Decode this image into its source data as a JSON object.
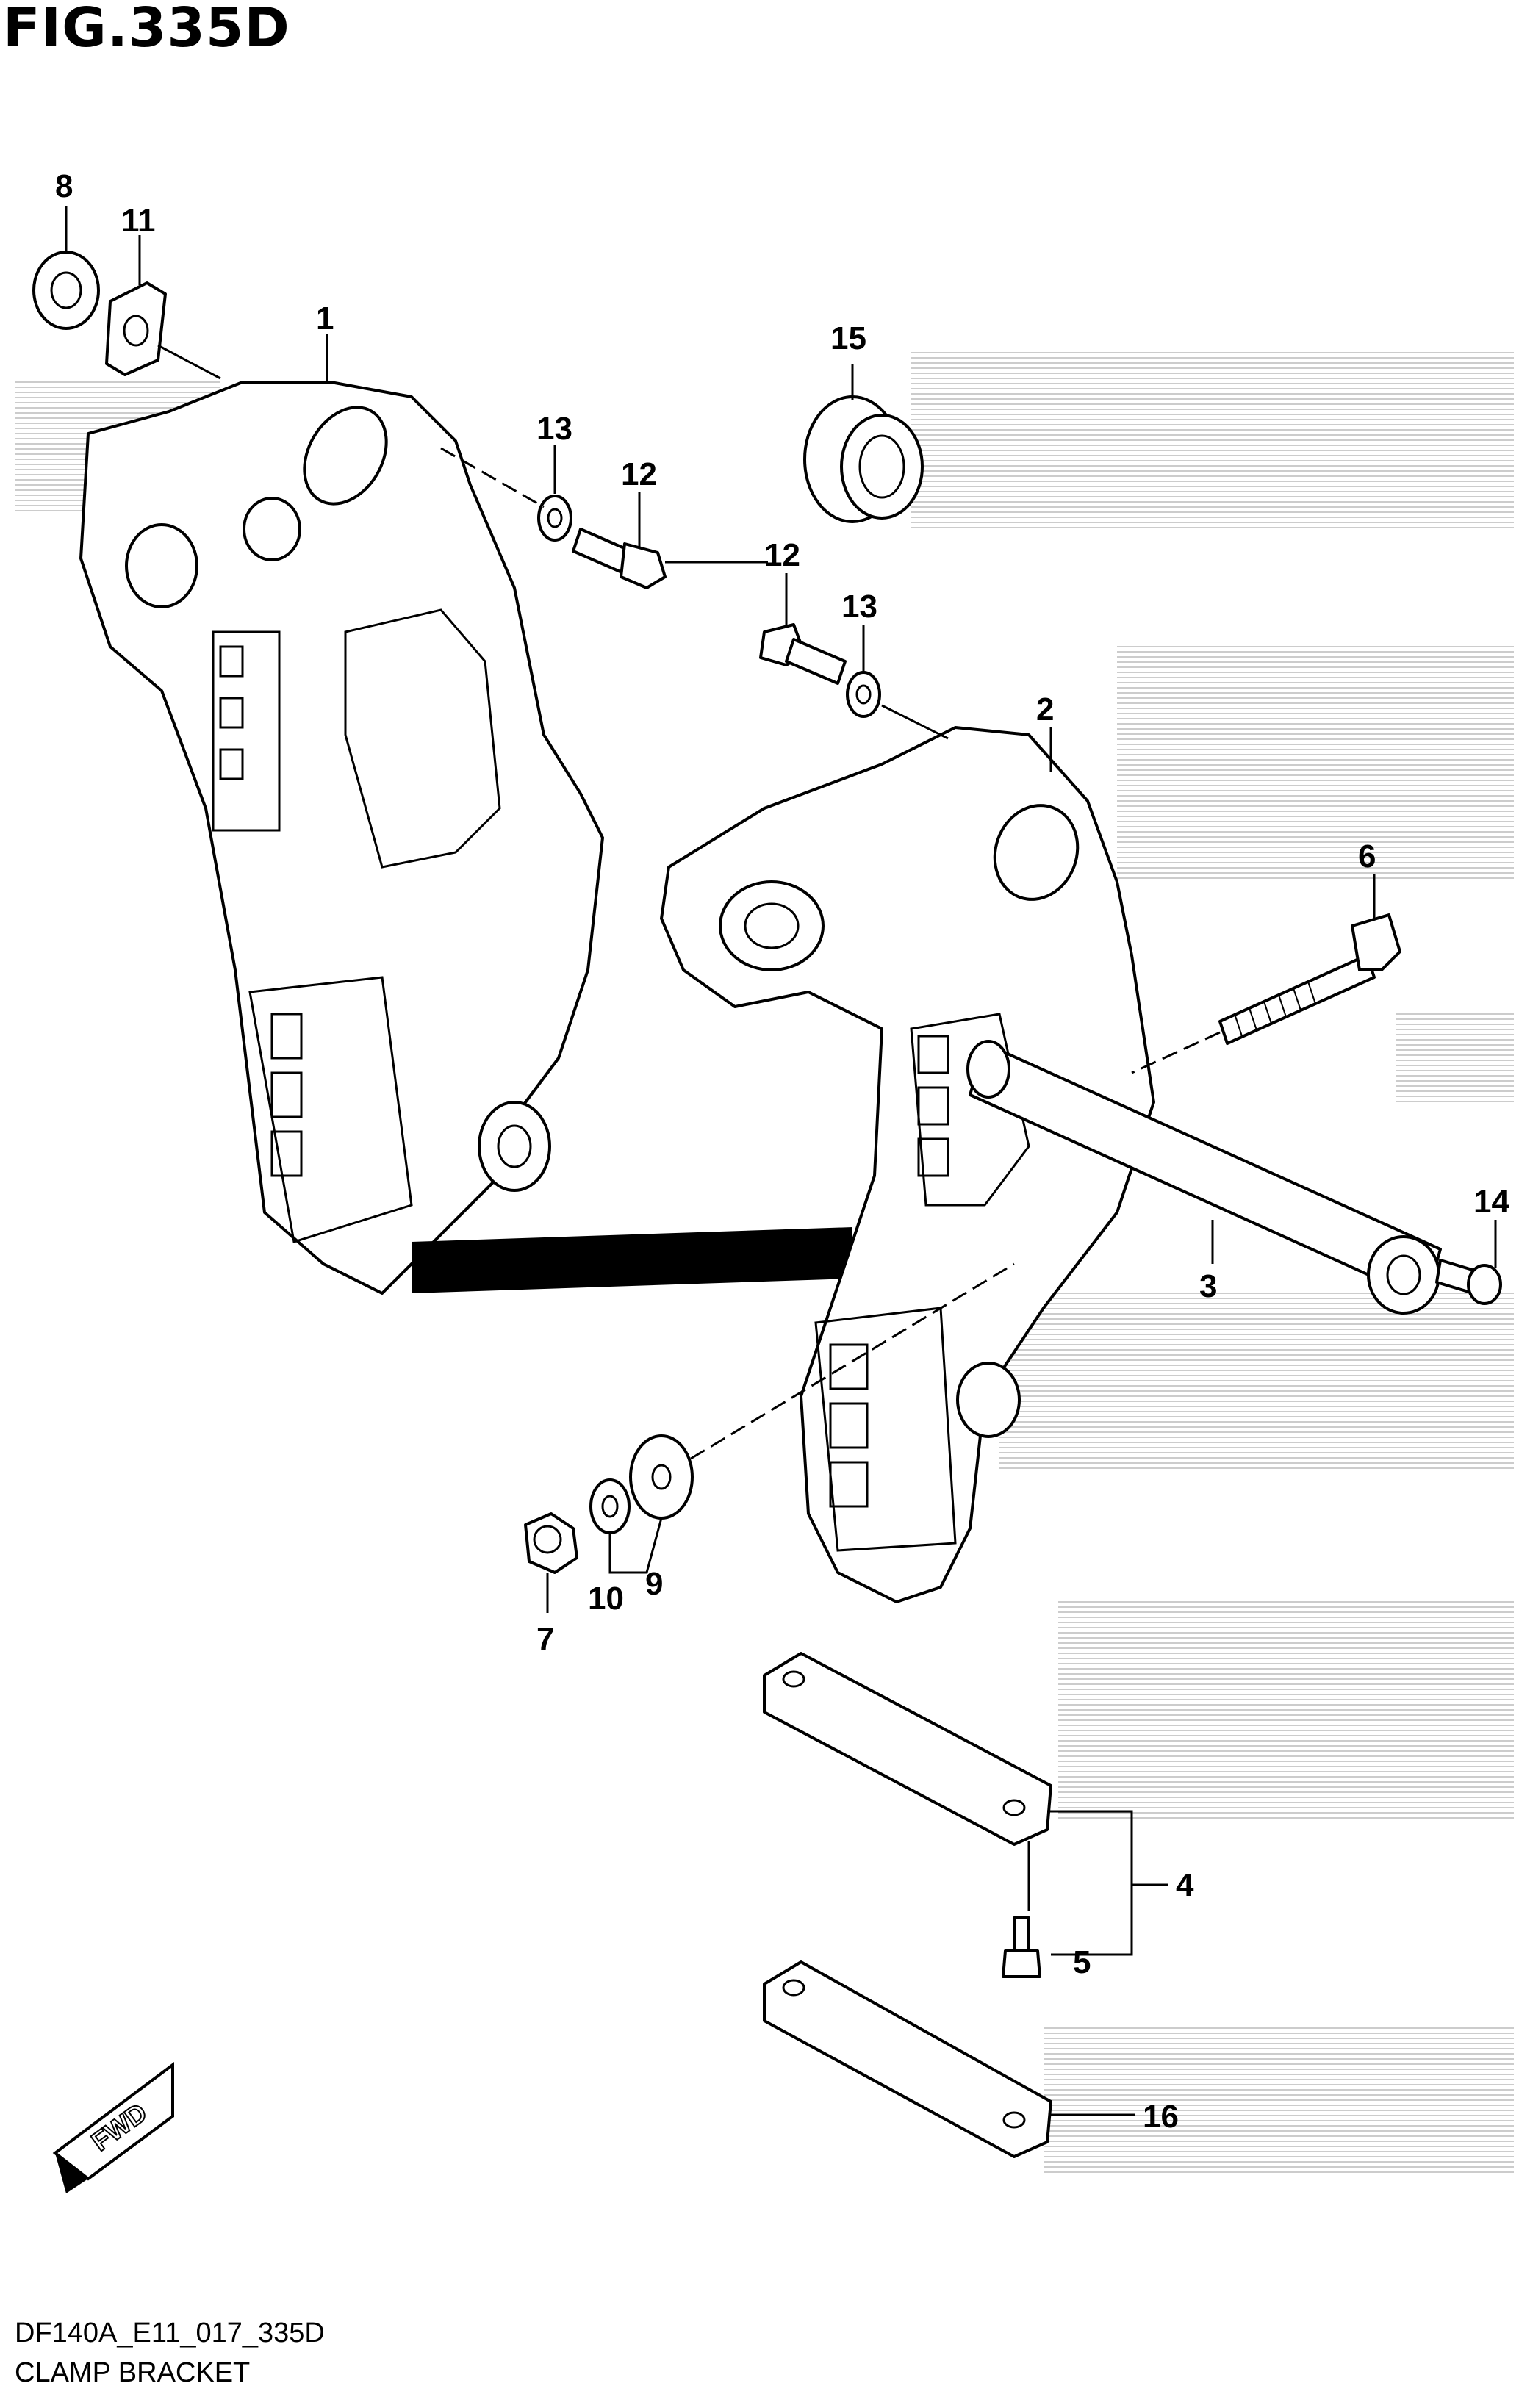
{
  "figure": {
    "title": "FIG.335D",
    "code": "DF140A_E11_017_335D",
    "name": "CLAMP BRACKET"
  },
  "callouts": [
    "1",
    "2",
    "3",
    "4",
    "5",
    "6",
    "7",
    "8",
    "9",
    "10",
    "11",
    "12",
    "12",
    "13",
    "13",
    "14",
    "15",
    "16"
  ],
  "direction_label": "FWD"
}
